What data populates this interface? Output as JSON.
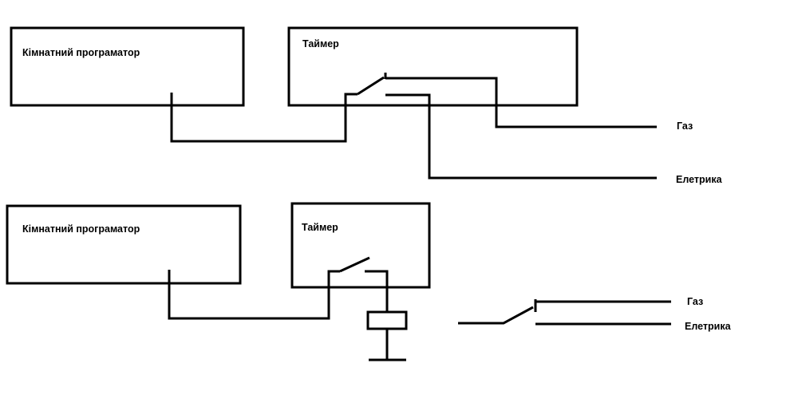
{
  "diagram_top": {
    "room_programmer_label": "Кімнатний програматор",
    "timer_label": "Таймер",
    "gas_label": "Газ",
    "electric_label": "Елетрика"
  },
  "diagram_bottom": {
    "room_programmer_label": "Кімнатний програматор",
    "timer_label": "Таймер",
    "gas_label": "Газ",
    "electric_label": "Елетрика"
  },
  "colors": {
    "stroke": "#000000",
    "background": "#ffffff"
  }
}
